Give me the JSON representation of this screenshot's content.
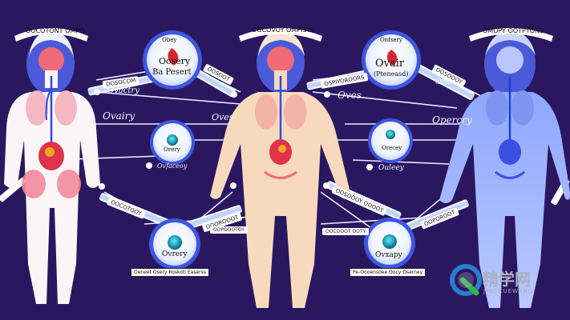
{
  "top_labels": {
    "left": "OOCOTONT OMMS",
    "center": "OOCOVOY OMPISTS",
    "right": "OMOPY OOTPTONS"
  },
  "circle_labels": {
    "top_left_line1": "Obey",
    "top_left_line2": "Oosery",
    "top_left_line3": "Ba Pesert",
    "top_right_line1": "Onfsery",
    "top_right_line2": "Ovair",
    "top_right_line3": "(Pteneasd)",
    "mid_left": "Orery",
    "mid_right": "Orecey",
    "bot_left": "Ovrery",
    "bot_right": "Ovxapy"
  },
  "side_labels": {
    "left_upper": "Ovactry",
    "left_mid": "Ovairy",
    "center_right": "Oves",
    "right_upper": "Oba",
    "right_mid": "Opercry",
    "left_lower": "Ovfaceoy",
    "right_lower": "Ouleey"
  },
  "tags": {
    "t1": "OOSOCOM",
    "t2": "OOSOOT",
    "t3": "OSPIYOROORS",
    "t4": "OOSOOOY",
    "t5": "OOCOTOOY",
    "t6": "OOOROOOT",
    "t7": "OOSOOOY OOOOT",
    "t8": "OOPOROOT",
    "t9": "OOPOOOTOY",
    "t10": "OOCOOOT OOTY"
  },
  "footer": {
    "left": "Oeneet Osery Roskoti Easerss",
    "right": "Pe-Oooensoee Oocy Oserney"
  },
  "watermark": {
    "chars": "精学网",
    "sub": "JINGXUEWANG"
  }
}
